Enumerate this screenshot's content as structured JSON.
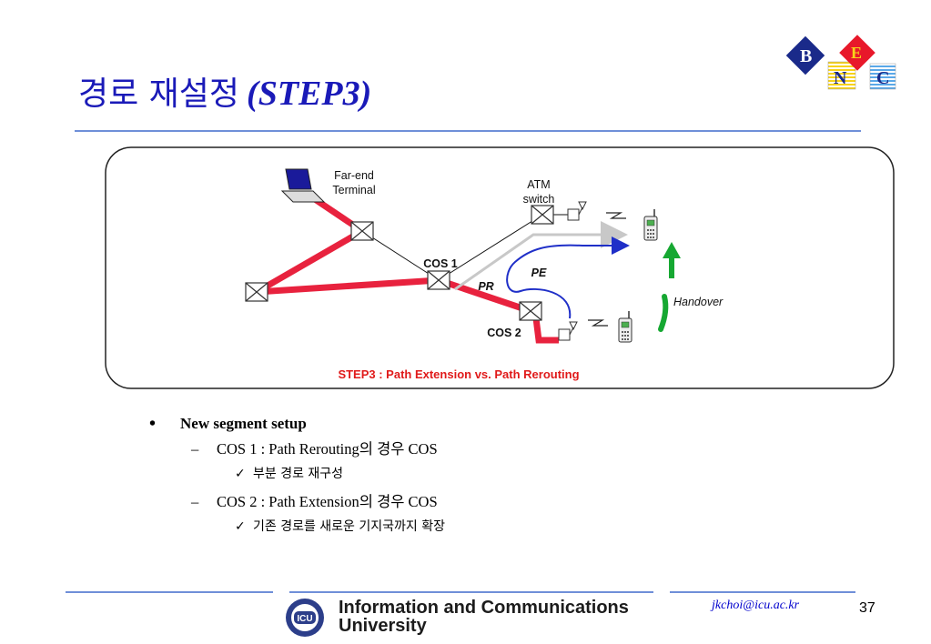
{
  "title": {
    "main": "경로 재설정",
    "step": "(STEP3)"
  },
  "logo": {
    "letters": [
      "B",
      "E",
      "N",
      "C"
    ]
  },
  "diagram": {
    "labels": {
      "far_end_line1": "Far-end",
      "far_end_line2": "Terminal",
      "atm_line1": "ATM",
      "atm_line2": "switch",
      "cos1": "COS 1",
      "cos2": "COS 2",
      "pr": "PR",
      "pe": "PE",
      "handover": "Handover"
    },
    "caption": "STEP3 : Path Extension vs. Path Rerouting",
    "colors": {
      "path_red": "#e8223e",
      "extension_blue": "#1f2fc8",
      "handover_green": "#16a832",
      "reroute_gray": "#c8c8c8",
      "caption_red": "#e01a1a"
    }
  },
  "bullets": {
    "item1": "New segment setup",
    "sub1": "COS 1 : Path Rerouting의 경우 COS",
    "sub1_detail": "부분 경로 재구성",
    "sub2": "COS 2 : Path Extension의 경우 COS",
    "sub2_detail": "기존 경로를 새로운 기지국까지 확장"
  },
  "footer": {
    "university": "Information and Communications",
    "university2": "University",
    "icu": "ICU",
    "email": "jkchoi@icu.ac.kr",
    "page": "37"
  }
}
